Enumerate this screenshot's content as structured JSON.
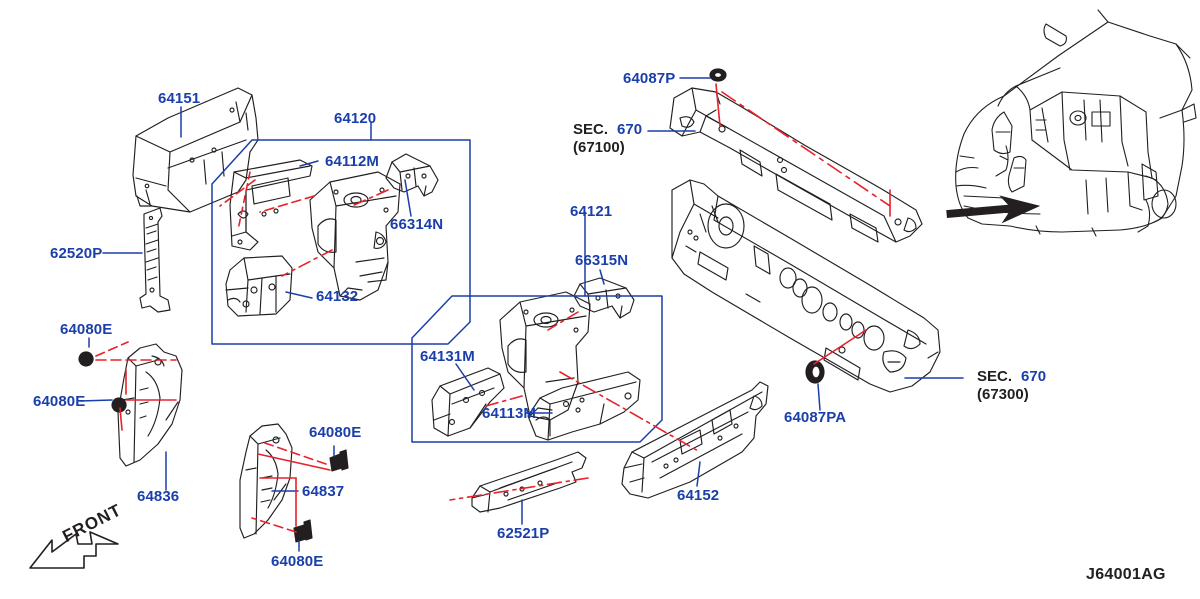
{
  "diagram": {
    "id": "J64001AG",
    "front_marker": "FRONT",
    "accent_blue": "#1a3faa",
    "leader_red": "#e8212a",
    "line_black": "#231f20"
  },
  "sections": [
    {
      "key": "SEC.",
      "number": "670",
      "sub": "(67100)"
    },
    {
      "key": "SEC.",
      "number": "670",
      "sub": "(67300)"
    }
  ],
  "groups": [
    {
      "label": "64120"
    },
    {
      "label": "64121"
    }
  ],
  "parts": [
    {
      "label": "64151"
    },
    {
      "label": "62520P"
    },
    {
      "label": "64112M"
    },
    {
      "label": "66314N"
    },
    {
      "label": "64132"
    },
    {
      "label": "64080E"
    },
    {
      "label": "64080E"
    },
    {
      "label": "64836"
    },
    {
      "label": "64080E"
    },
    {
      "label": "64837"
    },
    {
      "label": "64080E"
    },
    {
      "label": "64087P"
    },
    {
      "label": "66315N"
    },
    {
      "label": "64131M"
    },
    {
      "label": "64113M"
    },
    {
      "label": "64121"
    },
    {
      "label": "64087PA"
    },
    {
      "label": "62521P"
    },
    {
      "label": "64152"
    }
  ]
}
